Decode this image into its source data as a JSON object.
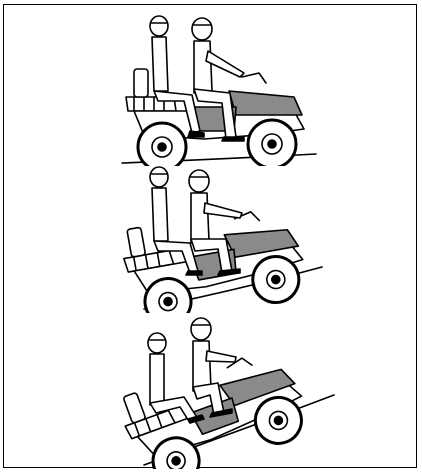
{
  "figure": {
    "panels": [
      {
        "id": "level",
        "slope_degrees": 0
      },
      {
        "id": "moderate-incline",
        "slope_degrees": 15
      },
      {
        "id": "steep-incline",
        "slope_degrees": 25
      }
    ],
    "stroke_color": "#000000",
    "fill_color": "#ffffff",
    "shade_color": "#8a8a8a"
  }
}
